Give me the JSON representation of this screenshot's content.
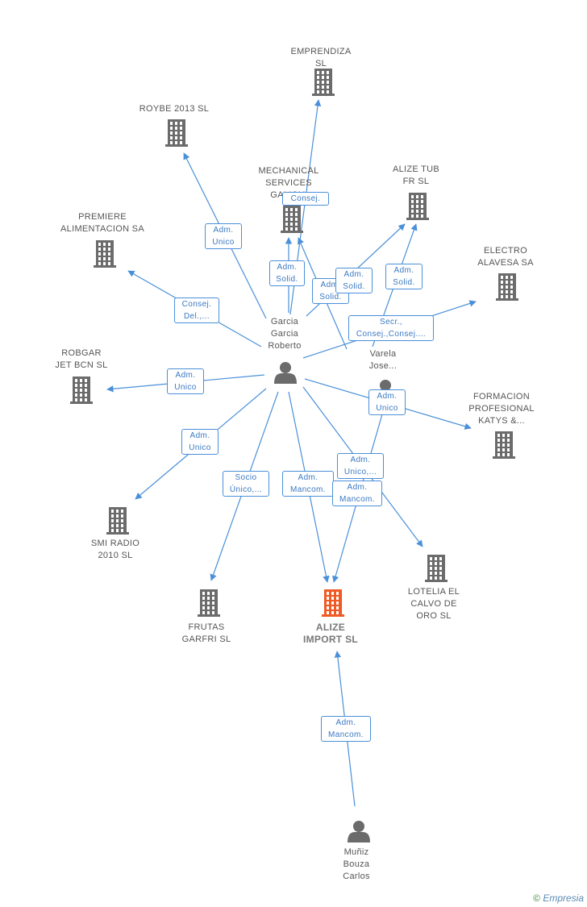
{
  "colors": {
    "edge": "#4a90d9",
    "node": "#6b6b6b",
    "main_node": "#f05a24"
  },
  "nodes": [
    {
      "id": "emprendiza",
      "label": "EMPRENDIZA\nSL",
      "type": "company"
    },
    {
      "id": "roybe",
      "label": "ROYBE 2013 SL",
      "type": "company"
    },
    {
      "id": "mechanical",
      "label": "MECHANICAL\nSERVICES\nGALICIA",
      "type": "company"
    },
    {
      "id": "alize_tub",
      "label": "ALIZE TUB\nFR SL",
      "type": "company"
    },
    {
      "id": "premiere",
      "label": "PREMIERE\nALIMENTACION SA",
      "type": "company"
    },
    {
      "id": "electro",
      "label": "ELECTRO\nALAVESA SA",
      "type": "company"
    },
    {
      "id": "garcia",
      "label": "Garcia\nGarcia\nRoberto",
      "type": "person"
    },
    {
      "id": "varela",
      "label": "Varela\nJose...",
      "type": "person"
    },
    {
      "id": "robgar",
      "label": "ROBGAR\nJET BCN SL",
      "type": "company"
    },
    {
      "id": "formacion",
      "label": "FORMACION\nPROFESIONAL\nKATYS &...",
      "type": "company"
    },
    {
      "id": "smi",
      "label": "SMI RADIO\n2010 SL",
      "type": "company"
    },
    {
      "id": "frutas",
      "label": "FRUTAS\nGARFRI SL",
      "type": "company"
    },
    {
      "id": "alize_import",
      "label": "ALIZE\nIMPORT SL",
      "type": "main"
    },
    {
      "id": "lotelia",
      "label": "LOTELIA EL\nCALVO DE\nORO SL",
      "type": "company"
    },
    {
      "id": "muniz",
      "label": "Muñiz\nBouza\nCarlos",
      "type": "person"
    }
  ],
  "edges": [
    {
      "from": "garcia",
      "to": "emprendiza",
      "label": "Consej."
    },
    {
      "from": "garcia",
      "to": "roybe",
      "label": "Adm.\nUnico"
    },
    {
      "from": "garcia",
      "to": "mechanical",
      "label": "Adm.\nSolid."
    },
    {
      "from": "varela",
      "to": "mechanical",
      "label": "Adm.\nSolid."
    },
    {
      "from": "garcia",
      "to": "alize_tub",
      "label": "Adm.\nSolid."
    },
    {
      "from": "varela",
      "to": "alize_tub",
      "label": "Adm.\nSolid."
    },
    {
      "from": "garcia",
      "to": "premiere",
      "label": "Consej.\nDel.,..."
    },
    {
      "from": "garcia",
      "to": "electro",
      "label": "Secr.,\nConsej.,Consej...."
    },
    {
      "from": "garcia",
      "to": "robgar",
      "label": "Adm.\nUnico"
    },
    {
      "from": "garcia",
      "to": "formacion",
      "label": "Adm.\nUnico"
    },
    {
      "from": "garcia",
      "to": "smi",
      "label": "Adm.\nUnico"
    },
    {
      "from": "garcia",
      "to": "frutas",
      "label": "Socio\nÚnico,..."
    },
    {
      "from": "garcia",
      "to": "alize_import",
      "label": "Adm.\nMancom."
    },
    {
      "from": "varela",
      "to": "alize_import",
      "label": "Adm.\nMancom."
    },
    {
      "from": "garcia",
      "to": "lotelia",
      "label": "Adm.\nUnico,..."
    },
    {
      "from": "muniz",
      "to": "alize_import",
      "label": "Adm.\nMancom."
    }
  ],
  "watermark": {
    "symbol": "©",
    "brand": "Empresia"
  }
}
